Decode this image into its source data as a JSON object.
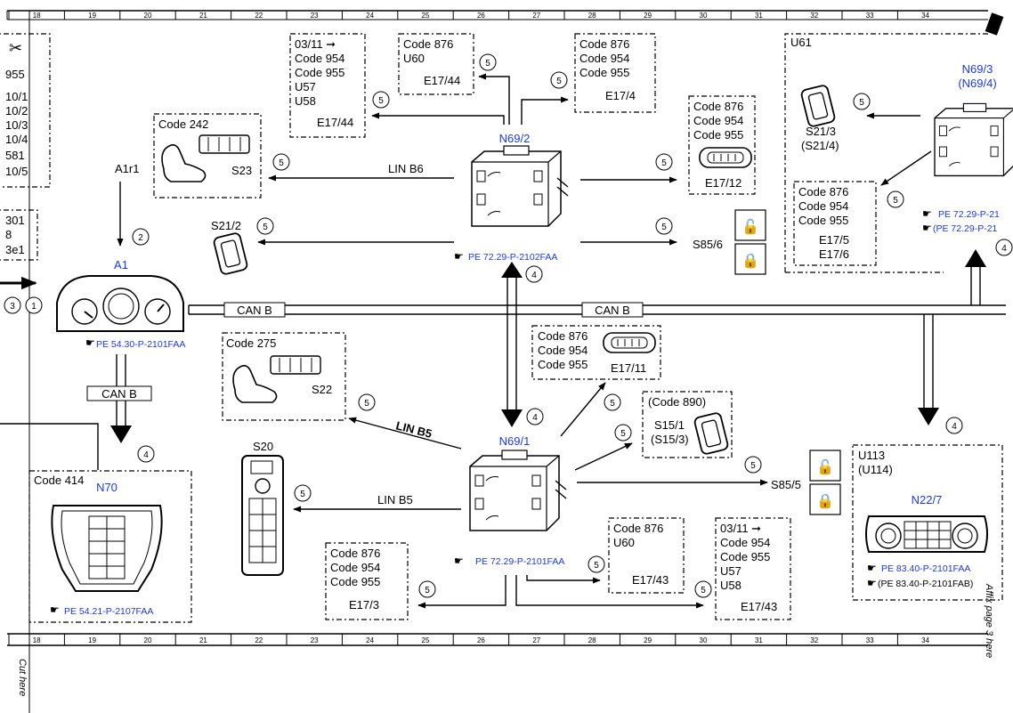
{
  "ruler": [
    "18",
    "19",
    "20",
    "21",
    "22",
    "23",
    "24",
    "25",
    "26",
    "27",
    "28",
    "29",
    "30",
    "31",
    "32",
    "33",
    "34"
  ],
  "left_edge": [
    "955",
    "10/1",
    "10/2",
    "10/3",
    "10/4",
    "581",
    "10/5",
    "301",
    "8",
    "3e1"
  ],
  "components": {
    "A1": "A1",
    "A1r1": "A1r1",
    "N69_2": "N69/2",
    "N69_1": "N69/1",
    "N69_3": "N69/3",
    "N69_4": "(N69/4)",
    "N70": "N70",
    "N22_7": "N22/7",
    "S23": "S23",
    "S22": "S22",
    "S20": "S20",
    "S21_2": "S21/2",
    "S21_3": "S21/3",
    "S21_4": "(S21/4)",
    "S15_1": "S15/1",
    "S15_3": "(S15/3)",
    "S85_6": "S85/6",
    "S85_5": "S85/5",
    "U61": "U61",
    "U113": "U113",
    "U114": "(U114)"
  },
  "boxes": {
    "b1": [
      "03/11 ➞",
      "Code 954",
      "Code 955",
      "U57",
      "U58",
      "E17/44"
    ],
    "b2": [
      "Code 876",
      "U60",
      "E17/44"
    ],
    "b3": [
      "Code 876",
      "Code 954",
      "Code 955",
      "E17/4"
    ],
    "b4": [
      "Code 876",
      "Code 954",
      "Code 955",
      "E17/12"
    ],
    "b5": [
      "Code 242"
    ],
    "b6": [
      "Code 876",
      "Code 954",
      "Code 955",
      "E17/5",
      "E17/6"
    ],
    "b7": [
      "Code 275"
    ],
    "b8": [
      "Code 876",
      "Code 954",
      "Code 955",
      "E17/11"
    ],
    "b9": [
      "(Code 890)"
    ],
    "b10": [
      "Code 414"
    ],
    "b11": [
      "Code 876",
      "Code 954",
      "Code 955",
      "E17/3"
    ],
    "b12": [
      "Code 876",
      "U60",
      "E17/43"
    ],
    "b13": [
      "03/11 ➞",
      "Code 954",
      "Code 955",
      "U57",
      "U58",
      "E17/43"
    ]
  },
  "buses": {
    "can_b": "CAN B",
    "lin_b6": "LIN B6",
    "lin_b5": "LIN B5"
  },
  "refs": {
    "r_a1": "PE 54.30-P-2101FAA",
    "r_n69_2": "PE 72.29-P-2102FAA",
    "r_n69_1": "PE 72.29-P-2101FAA",
    "r_n70": "PE 54.21-P-2107FAA",
    "r_n22_a": "PE 83.40-P-2101FAA",
    "r_n22_b": "(PE 83.40-P-2101FAB)",
    "r_n69_3a": "PE 72.29-P-21",
    "r_n69_3b": "(PE 72.29-P-21"
  },
  "callouts": [
    "1",
    "2",
    "3",
    "4",
    "5"
  ],
  "margin_text": {
    "cut_here": "Cut here",
    "affix": "Affix page 3 here"
  },
  "icons": [
    "scissors-icon",
    "reference-hand-icon",
    "unlock-icon",
    "lock-icon"
  ],
  "colors": {
    "reference": "#1f3ad1",
    "line": "#000000"
  }
}
